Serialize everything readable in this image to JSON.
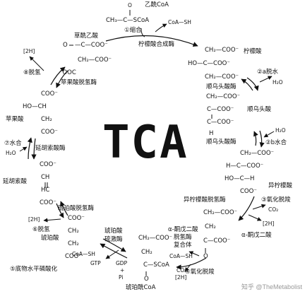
{
  "center_label": "TCA",
  "watermark": "知乎 @TheMetabolist",
  "steps": {
    "s1": "①缩合",
    "s2": "②a脱水",
    "s2b": "②b水合",
    "s3": "③氧化脱羧",
    "s4": "④氧化脱羧",
    "s5": "⑤底物水平磷酸化",
    "s6": "⑥脱氢",
    "s7": "⑦水合",
    "s8": "⑧脱氢"
  },
  "enzymes": {
    "citrate_synthase": "柠檬酸合成酶",
    "aconitase_a": "顺乌头酸酶",
    "aconitase_b": "顺乌头酸酶",
    "idh": "异柠檬酸脱氢酶",
    "akgdh_1": "α-酮戊二酸",
    "akgdh_2": "脱氢酶",
    "akgdh_3": "复合体",
    "scs_1": "琥珀酸",
    "scs_2": "硫激酶",
    "sdh": "琥珀酸脱氢酶",
    "fumarase": "延胡索酸酶",
    "mdh": "苹果酸脱氢酶"
  },
  "metabolites": {
    "acetyl_coa": "乙酰CoA",
    "oxaloacetate": "草酰乙酸",
    "citrate": "柠檬酸",
    "cis_aconitate": "顺乌头酸",
    "isocitrate": "异柠檬酸",
    "akg": "α-酮戊二酸",
    "succinyl_coa": "琥珀酰CoA",
    "succinate": "琥珀酸",
    "fumarate": "延胡索酸",
    "malate": "苹果酸"
  },
  "cofactors": {
    "coa_sh_top": "CoA—SH",
    "coa_sh_akg": "CoA—SH",
    "coa_sh_succ": "CoA—SH",
    "h2o_2a": "H₂O",
    "h2o_2b": "H₂O",
    "h2o_7": "H₂O",
    "h2_idh": "[2H]",
    "h2_sdh": "[2H]",
    "h2_mdh": "[2H]",
    "co2_idh": "CO₂",
    "co2_akg": "CO₂",
    "h2_akg": "[2H]",
    "gtp": "GTP",
    "gdp": "GDP",
    "pi": "Pi",
    "plus": "+"
  },
  "formulas": {
    "acetyl_c": "O",
    "acetyl_h3c": "CH₃—C—SCoA",
    "oaa_o": "O",
    "oaa_1": "—C—COO⁻",
    "oaa_2": "CH₂—COO⁻",
    "oaa_ooc": "⁻OOC",
    "cit_1": "CH₂—COO⁻",
    "cit_2": "HO—C—COO⁻",
    "cit_3": "CH₂—COO⁻",
    "cis_1": "CH₂—COO⁻",
    "cis_2": "C—COO⁻",
    "cis_3": "C—COO⁻",
    "cis_h": "H",
    "iso_1": "CH₂—COO⁻",
    "iso_2": "H—C—COO⁻",
    "iso_3": "HO—C—H",
    "iso_4": "COO⁻",
    "akg_1": "CH₂—COO⁻",
    "akg_2": "CH₂",
    "akg_3": "C—COO⁻",
    "akg_o": "O",
    "suc_coa_1": "CH₂—COO⁻",
    "suc_coa_2": "CH₂",
    "suc_coa_3": "C—SCoA",
    "suc_coa_o": "O",
    "suc_1": "COO⁻",
    "suc_2": "CH₂",
    "suc_3": "CH₂",
    "suc_4": "COO⁻",
    "fum_1": "COO⁻",
    "fum_2": "CH",
    "fum_3": "HC",
    "fum_4": "COO⁻",
    "mal_1": "COO⁻",
    "mal_2": "HO—CH",
    "mal_3": "CH₂",
    "mal_4": "COO⁻"
  }
}
